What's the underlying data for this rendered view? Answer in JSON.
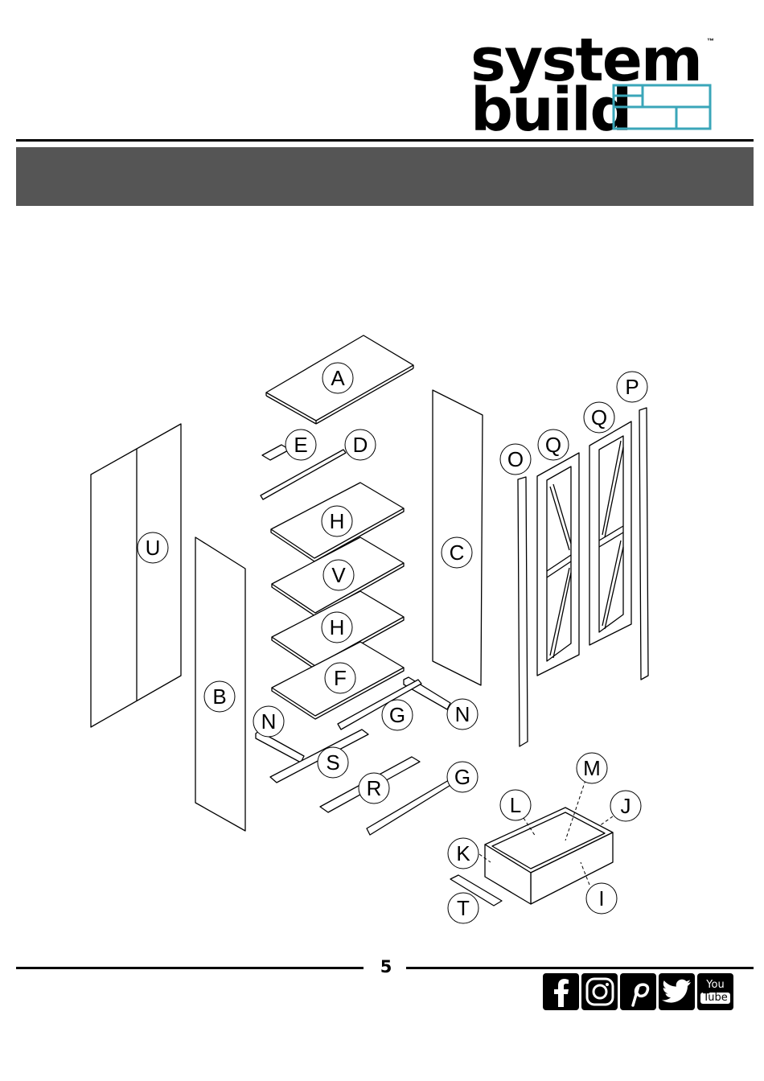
{
  "logo": {
    "line1": "system",
    "line2": "build",
    "trademark": "™",
    "accent_color": "#3aa6b9"
  },
  "banner": {
    "color": "#555555"
  },
  "parts_labels": [
    "A",
    "E",
    "D",
    "H",
    "V",
    "H",
    "F",
    "U",
    "B",
    "C",
    "O",
    "Q",
    "Q",
    "P",
    "G",
    "N",
    "N",
    "S",
    "R",
    "G",
    "M",
    "L",
    "J",
    "K",
    "I",
    "T"
  ],
  "footer": {
    "page_number": "5",
    "social_icons": [
      "facebook-icon",
      "instagram-icon",
      "pinterest-icon",
      "twitter-icon",
      "youtube-icon"
    ],
    "youtube_line1": "You",
    "youtube_line2": "Tube"
  }
}
